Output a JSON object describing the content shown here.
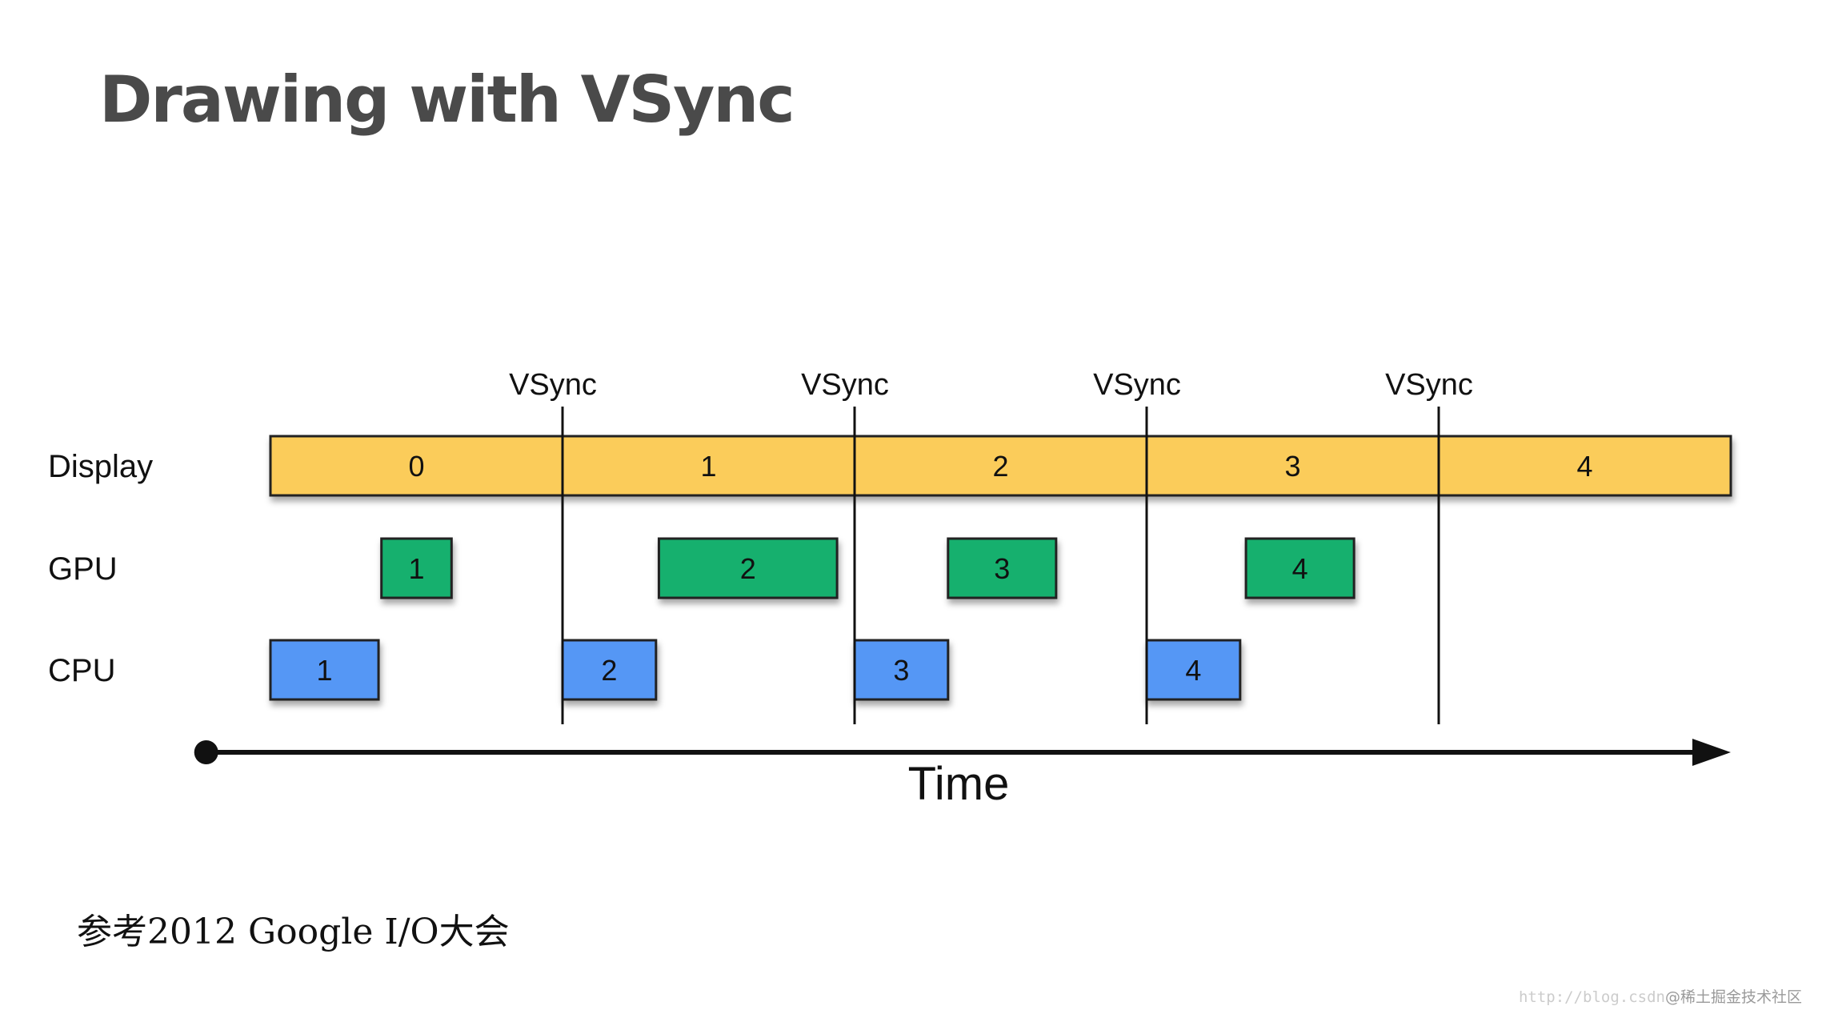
{
  "title": "Drawing with VSync",
  "diagram": {
    "rows": [
      {
        "key": "display",
        "label": "Display"
      },
      {
        "key": "gpu",
        "label": "GPU"
      },
      {
        "key": "cpu",
        "label": "CPU"
      }
    ],
    "vsync_label": "VSync",
    "vsync_times": [
      1,
      2,
      3,
      4
    ],
    "time_axis_label": "Time",
    "time_range": [
      -0.22,
      5.0
    ],
    "display_frames": [
      {
        "label": "0",
        "start": 0,
        "end": 1
      },
      {
        "label": "1",
        "start": 1,
        "end": 2
      },
      {
        "label": "2",
        "start": 2,
        "end": 3
      },
      {
        "label": "3",
        "start": 3,
        "end": 4
      },
      {
        "label": "4",
        "start": 4,
        "end": 5
      }
    ],
    "gpu_blocks": [
      {
        "label": "1",
        "start": 0.38,
        "end": 0.62
      },
      {
        "label": "2",
        "start": 1.33,
        "end": 1.94
      },
      {
        "label": "3",
        "start": 2.32,
        "end": 2.69
      },
      {
        "label": "4",
        "start": 3.34,
        "end": 3.71
      }
    ],
    "cpu_blocks": [
      {
        "label": "1",
        "start": 0.0,
        "end": 0.37
      },
      {
        "label": "2",
        "start": 1.0,
        "end": 1.32
      },
      {
        "label": "3",
        "start": 2.0,
        "end": 2.32
      },
      {
        "label": "4",
        "start": 3.0,
        "end": 3.32
      }
    ],
    "colors": {
      "display": "#fbcc5a",
      "gpu": "#15b06e",
      "cpu": "#5597f5",
      "outline": "#222222",
      "shadow": "#9a9a9a"
    }
  },
  "reference_note": "参考2012 Google I/O大会",
  "watermark": {
    "url_text": "http://blog.csdn",
    "credit": "@稀土掘金技术社区"
  }
}
